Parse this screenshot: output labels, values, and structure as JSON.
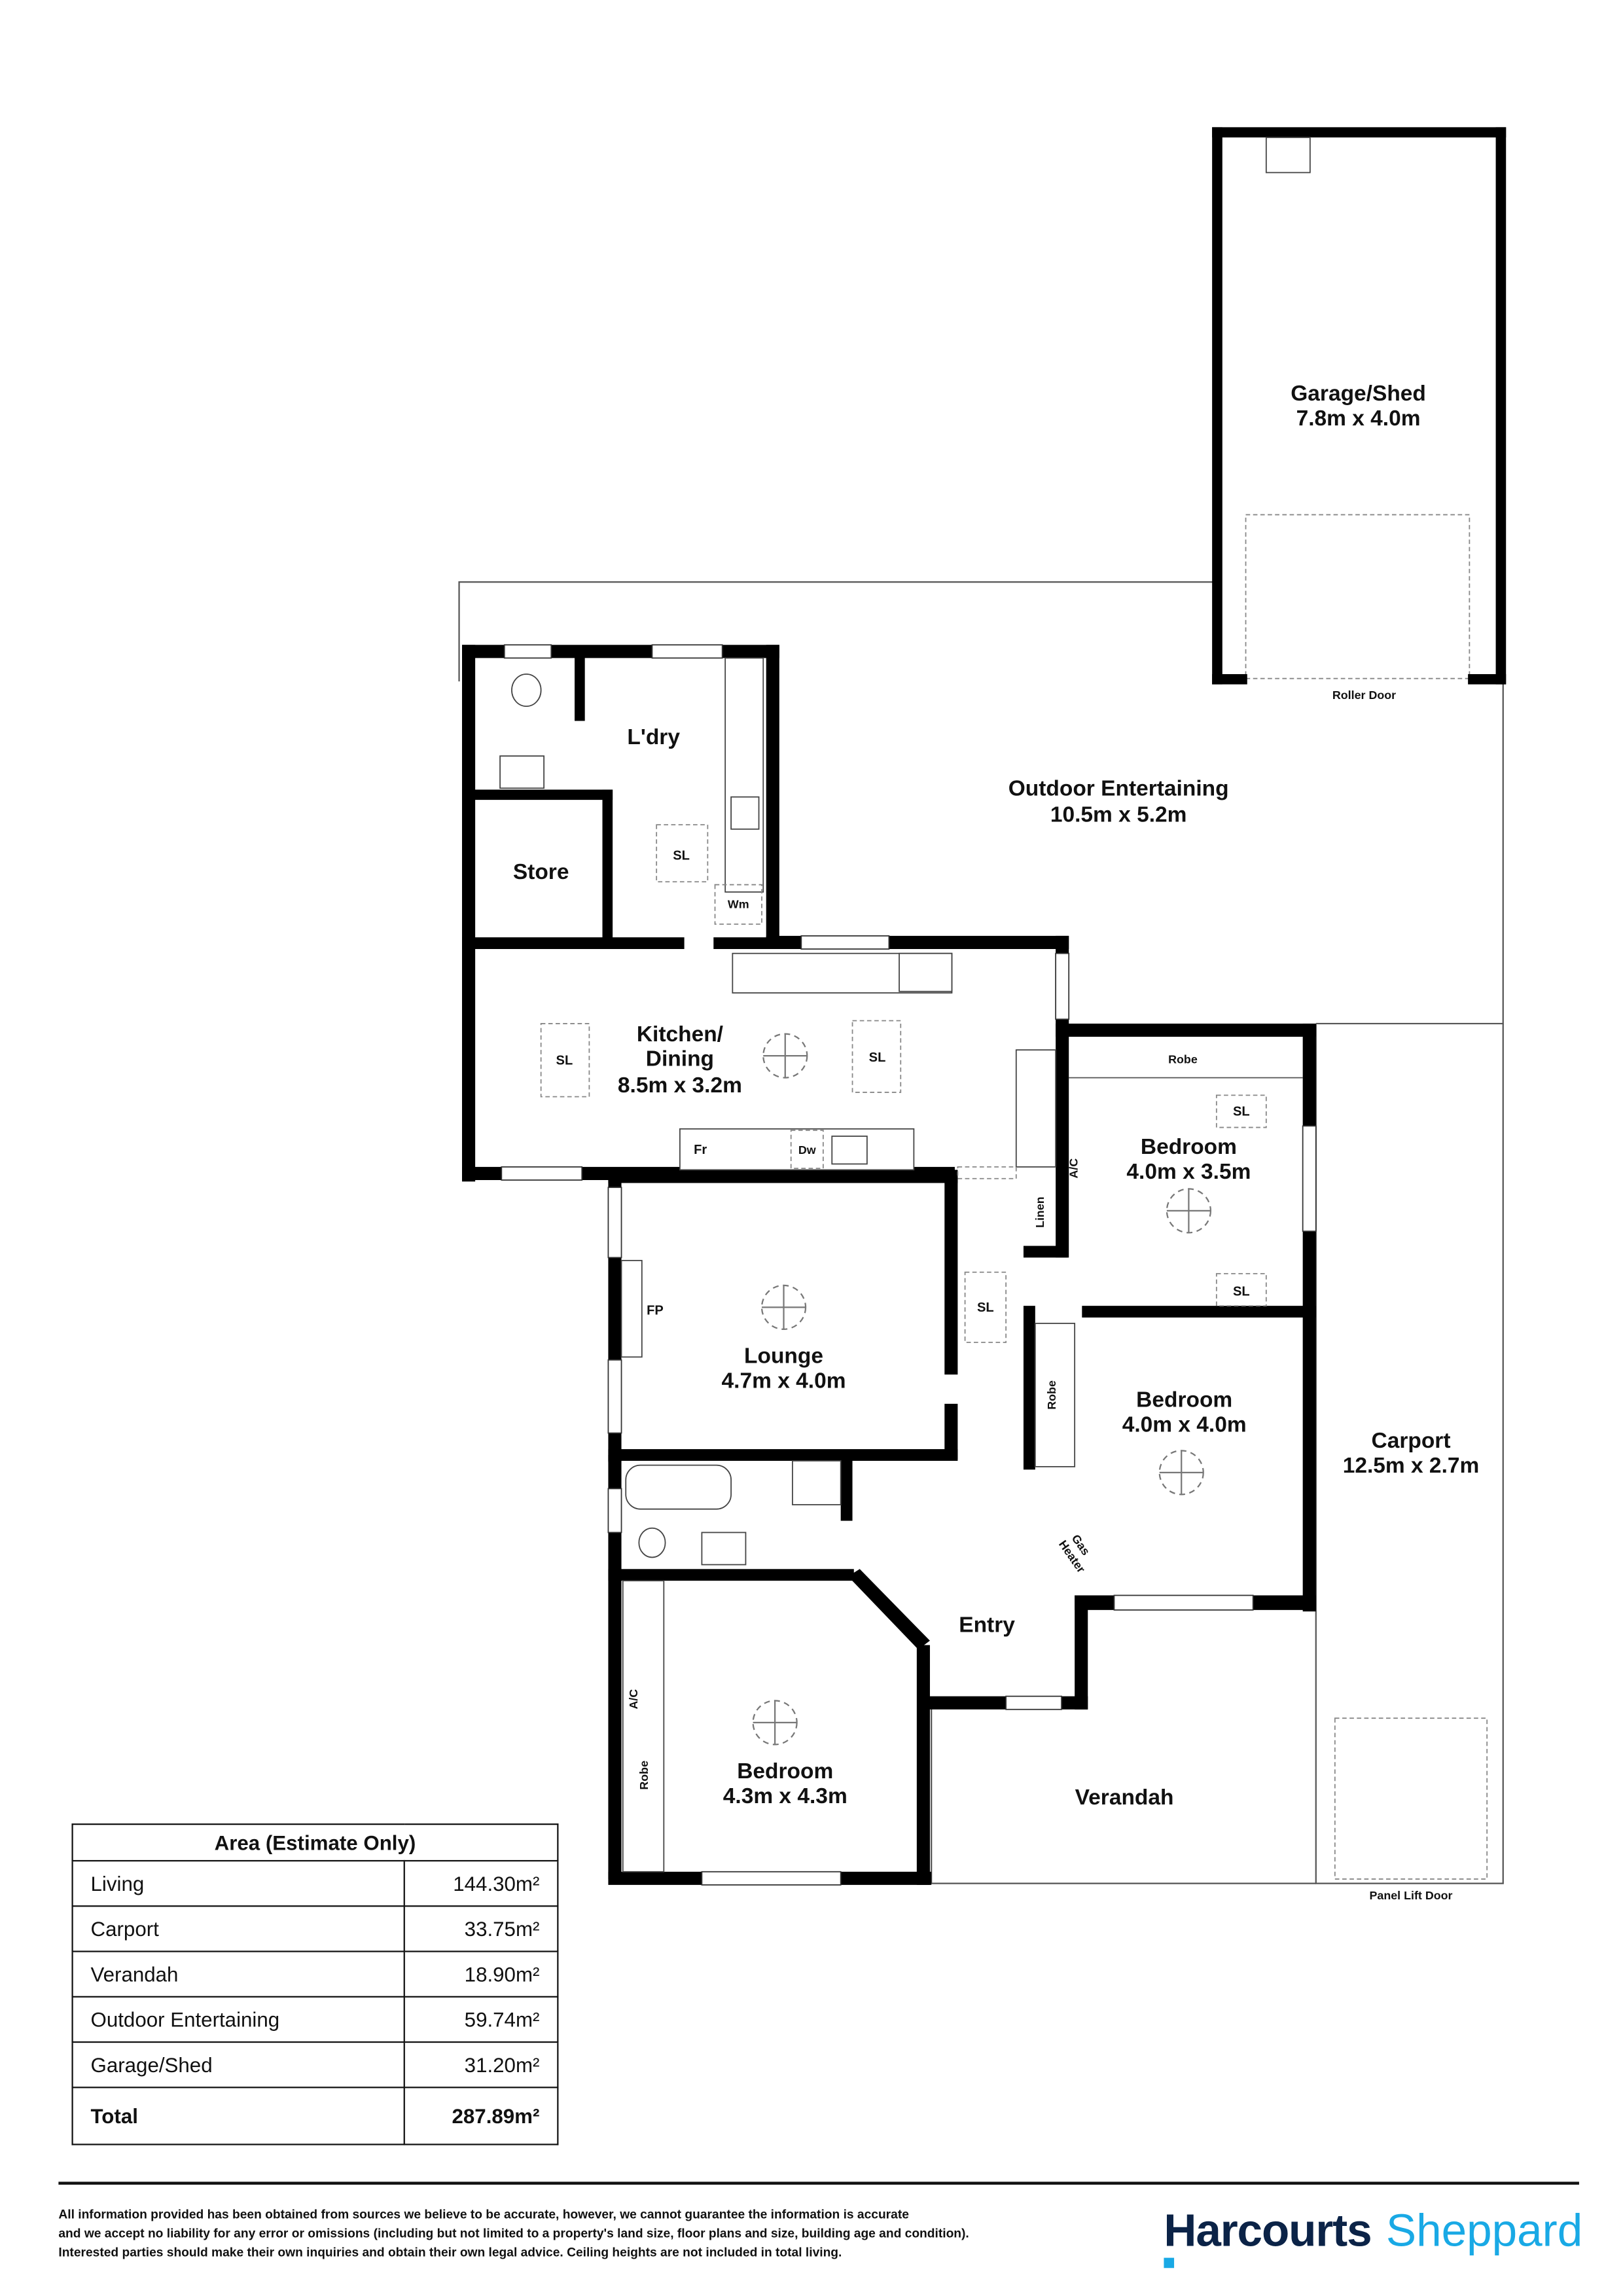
{
  "rooms": {
    "garage": {
      "name": "Garage/Shed",
      "size": "7.8m x 4.0m",
      "door": "Roller Door"
    },
    "outdoor": {
      "name": "Outdoor Entertaining",
      "size": "10.5m x 5.2m"
    },
    "laundry": {
      "name": "L'dry"
    },
    "store": {
      "name": "Store"
    },
    "kitchen": {
      "name_line1": "Kitchen/",
      "name_line2": "Dining",
      "size": "8.5m x 3.2m"
    },
    "bedroom1": {
      "name": "Bedroom",
      "size": "4.0m x 3.5m"
    },
    "bedroom2": {
      "name": "Bedroom",
      "size": "4.0m x 4.0m"
    },
    "bedroom3": {
      "name": "Bedroom",
      "size": "4.3m x 4.3m"
    },
    "lounge": {
      "name": "Lounge",
      "size": "4.7m x 4.0m"
    },
    "carport": {
      "name": "Carport",
      "size": "12.5m x 2.7m",
      "door": "Panel Lift Door"
    },
    "entry": {
      "name": "Entry"
    },
    "verandah": {
      "name": "Verandah"
    }
  },
  "fixtures": {
    "sl": "SL",
    "wm": "Wm",
    "fr": "Fr",
    "dw": "Dw",
    "robe": "Robe",
    "ac": "A/C",
    "linen": "Linen",
    "fp": "FP",
    "gas_heater_1": "Gas",
    "gas_heater_2": "Heater"
  },
  "area_table": {
    "title": "Area (Estimate Only)",
    "rows": [
      {
        "label": "Living",
        "value": "144.30m²"
      },
      {
        "label": "Carport",
        "value": "33.75m²"
      },
      {
        "label": "Verandah",
        "value": "18.90m²"
      },
      {
        "label": "Outdoor Entertaining",
        "value": "59.74m²"
      },
      {
        "label": "Garage/Shed",
        "value": "31.20m²"
      }
    ],
    "total": {
      "label": "Total",
      "value": "287.89m²"
    }
  },
  "footer": {
    "disclaimer_1": "All information provided has been obtained from sources we believe to be accurate, however, we cannot guarantee the information is accurate",
    "disclaimer_2": "and we accept no liability for any error or omissions (including but not limited to a property's land size, floor plans and size, building age and condition).",
    "disclaimer_3": "Interested parties should make their own inquiries and obtain their own legal advice. Ceiling heights are not included in total living.",
    "brand": "Harcourts",
    "office": "Sheppard"
  },
  "colors": {
    "brand_navy": "#0b2347",
    "brand_blue": "#19a9e5",
    "walls": "#000000"
  }
}
